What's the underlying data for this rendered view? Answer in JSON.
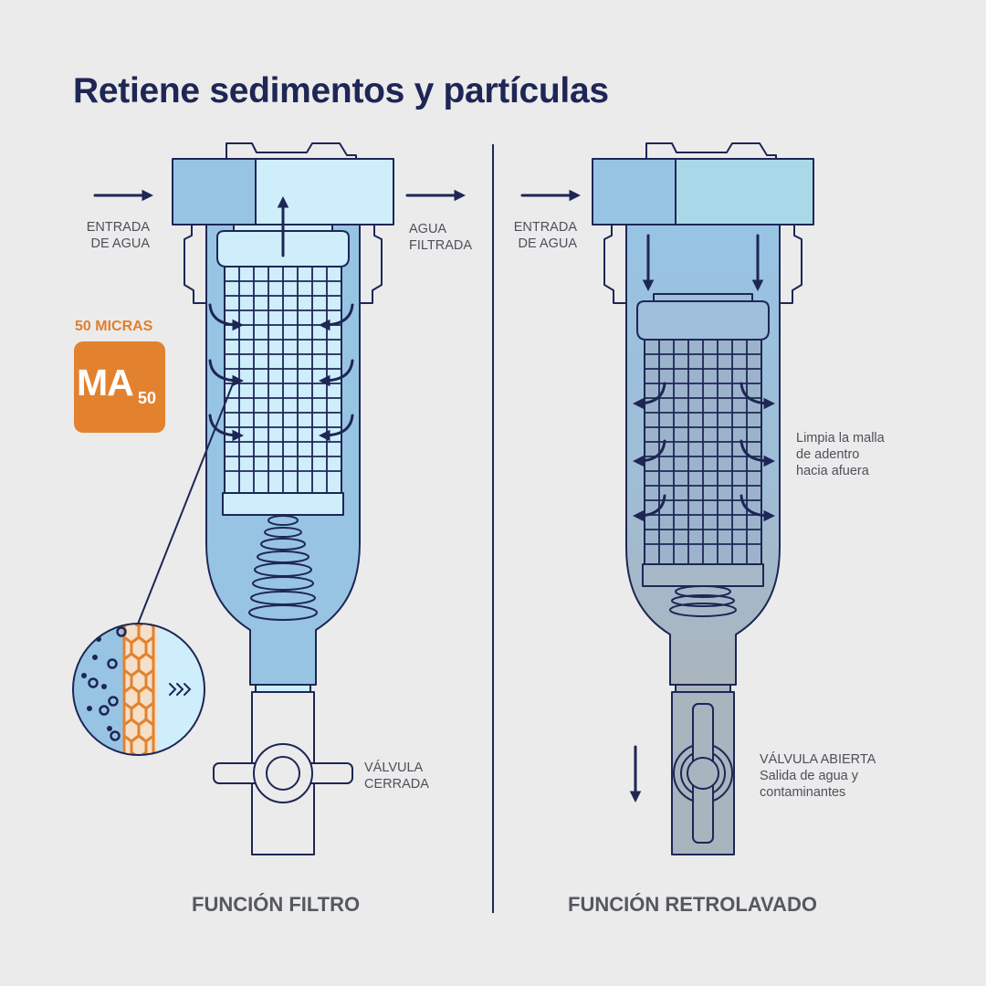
{
  "title": "Retiene sedimentos y partículas",
  "filter_panel": {
    "inlet_label": [
      "ENTRADA",
      "DE AGUA"
    ],
    "outlet_label": [
      "AGUA",
      "FILTRADA"
    ],
    "micron_label": "50 MICRAS",
    "badge_main": "MA",
    "badge_sub": "50",
    "valve_label": [
      "VÁLVULA",
      "CERRADA"
    ],
    "caption": "FUNCIÓN FILTRO"
  },
  "backwash_panel": {
    "inlet_label": [
      "ENTRADA",
      "DE AGUA"
    ],
    "cleaning_label": [
      "Limpia la malla",
      "de adentro",
      "hacia afuera"
    ],
    "valve_label": [
      "VÁLVULA ABIERTA",
      "Salida de agua y",
      "contaminantes"
    ],
    "caption": "FUNCIÓN RETROLAVADO"
  },
  "colors": {
    "navy": "#1e2655",
    "filtered_water": "#cdeefa",
    "water": "#98c4e4",
    "dirty_water": "#a8b5bf",
    "accent_orange": "#e2822f",
    "background": "#ebebec"
  }
}
